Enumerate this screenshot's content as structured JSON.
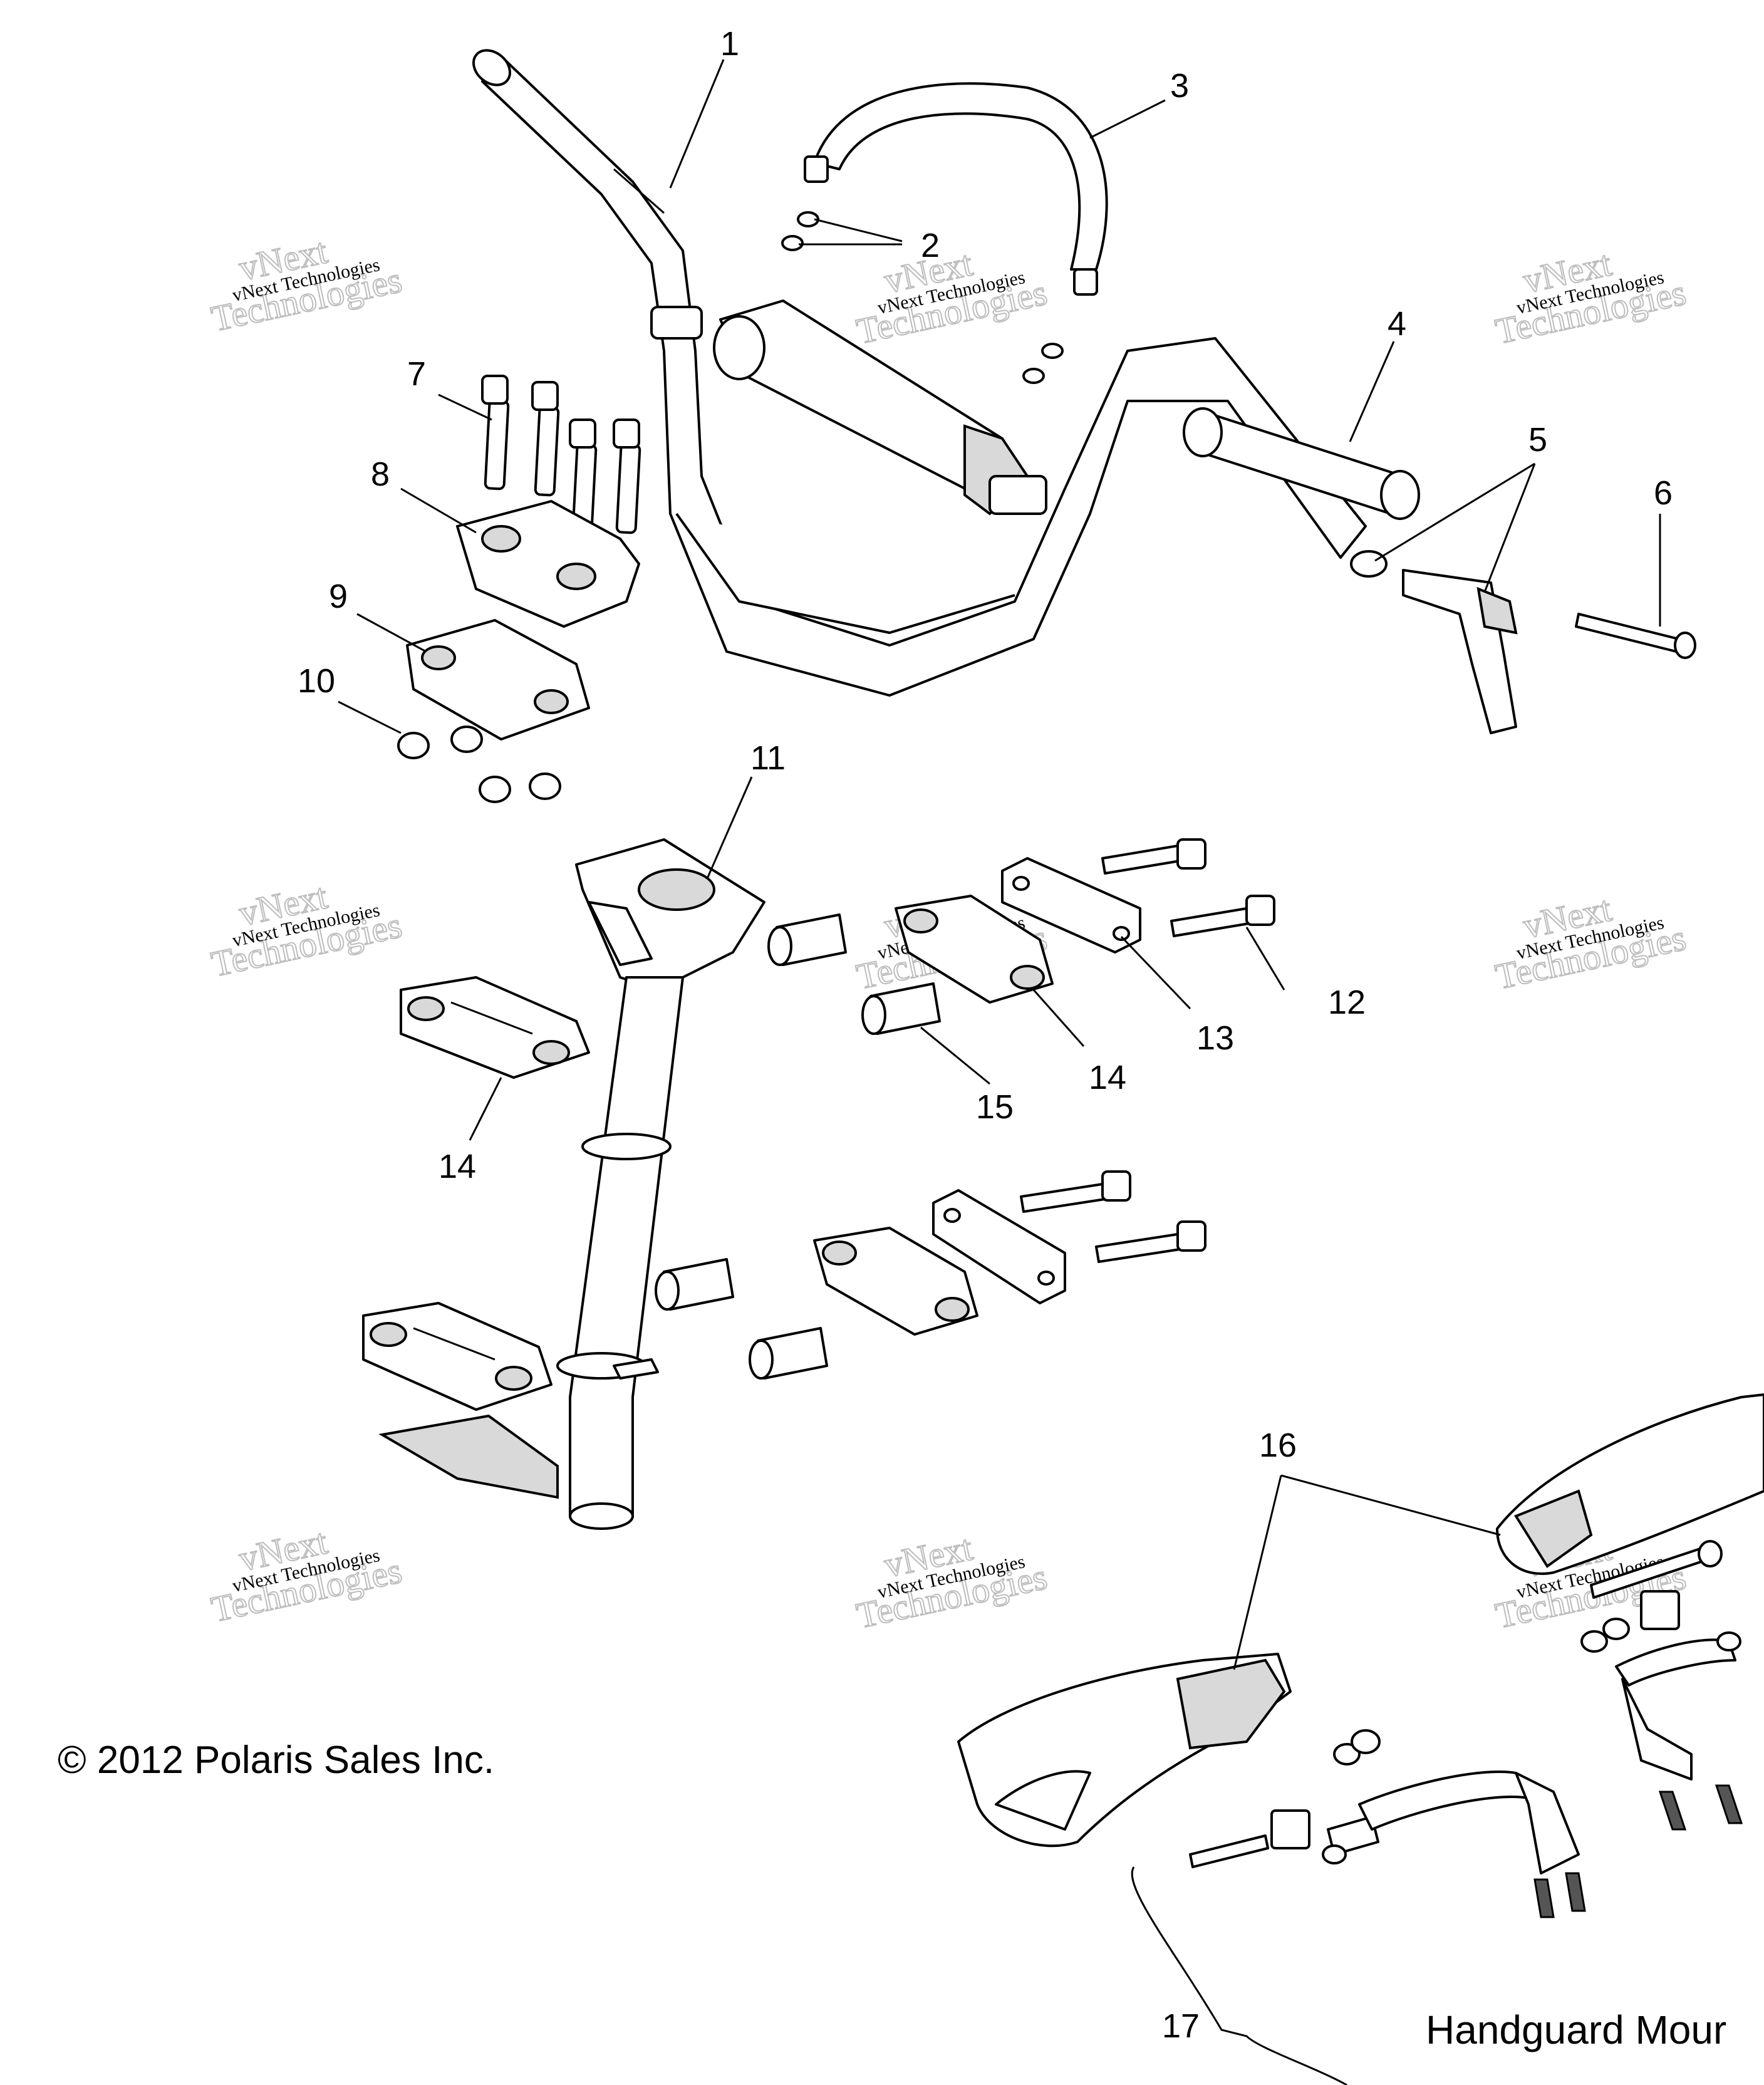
{
  "callouts": {
    "c1": "1",
    "c2": "2",
    "c3": "3",
    "c4": "4",
    "c5": "5",
    "c6": "6",
    "c7": "7",
    "c8": "8",
    "c9": "9",
    "c10": "10",
    "c11": "11",
    "c12": "12",
    "c13": "13",
    "c14a": "14",
    "c14b": "14",
    "c15": "15",
    "c16": "16",
    "c17": "17"
  },
  "watermark": {
    "line1": "vNext Technologies",
    "big_top": "vNext",
    "big_bottom": "Technologies"
  },
  "copyright": "© 2012 Polaris Sales Inc.",
  "caption": "Handguard Mour"
}
